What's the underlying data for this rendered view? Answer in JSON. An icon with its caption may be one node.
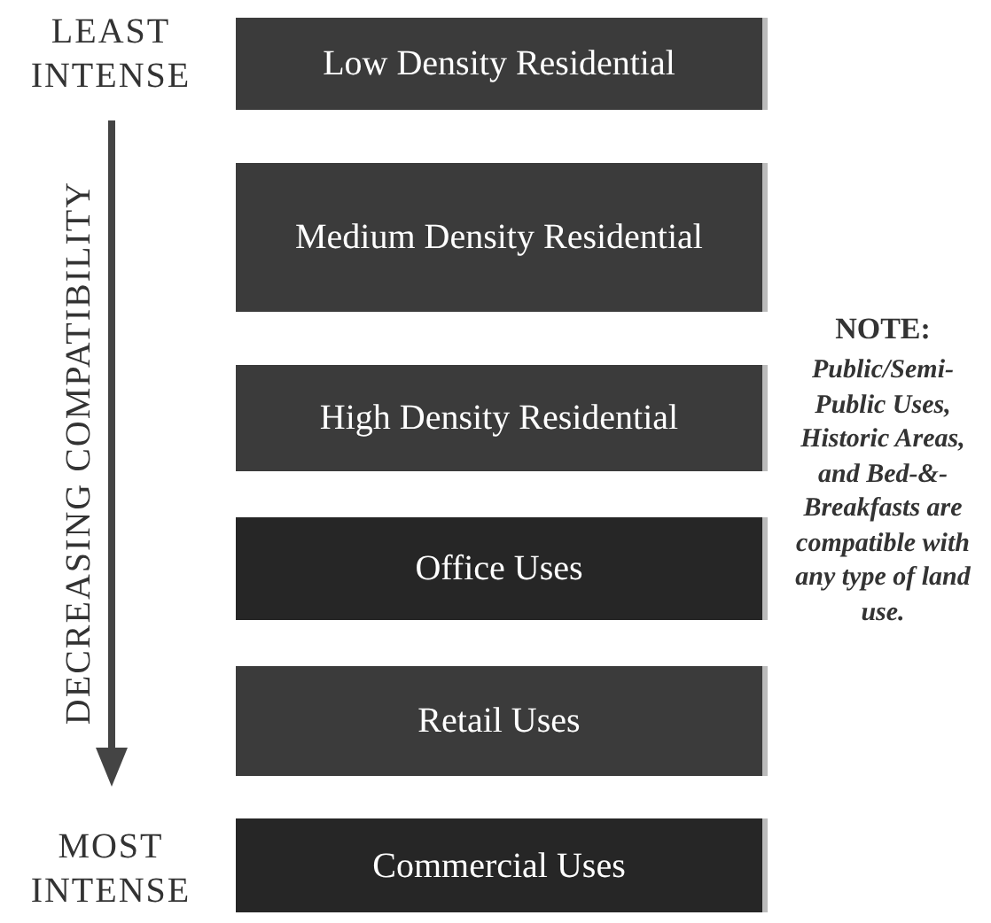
{
  "diagram": {
    "nodes": [
      {
        "text": [
          "Low Density Residential"
        ]
      },
      {
        "text": [
          "Medium Density Residential"
        ]
      },
      {
        "text": [
          "High Density Residential"
        ]
      },
      {
        "text": [
          "Office Uses"
        ]
      },
      {
        "text": [
          "Retail Uses"
        ]
      },
      {
        "text": [
          "Commercial Uses"
        ]
      }
    ],
    "labels": [
      "LEAST INTENSE",
      "DECREASING COMPATIBILITY",
      "MOST INTENSE",
      "NOTE:",
      "Public/Semi-Public Uses, Historic Areas, and Bed-&-Breakfasts are compatible with any type of land use."
    ]
  }
}
